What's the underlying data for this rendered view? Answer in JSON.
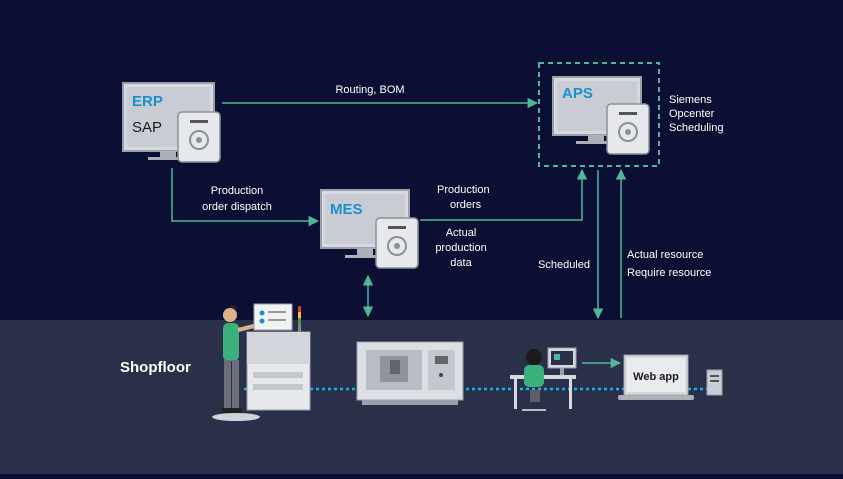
{
  "nodes": {
    "erp": {
      "title": "ERP",
      "subtitle": "SAP"
    },
    "mes": {
      "title": "MES"
    },
    "aps": {
      "title": "APS"
    }
  },
  "aps_product": [
    "Siemens",
    "Opcenter",
    "Scheduling"
  ],
  "edges": {
    "erp_to_aps": "Routing, BOM",
    "erp_to_mes": [
      "Production",
      "order dispatch"
    ],
    "mes_to_aps": [
      "Production",
      "orders"
    ],
    "aps_to_mes": [
      "Actual",
      "production",
      "data"
    ],
    "scheduled": "Scheduled",
    "resources": [
      "Actual resource",
      "Require resource"
    ]
  },
  "shopfloor": {
    "label": "Shopfloor",
    "web_app": "Web app"
  },
  "colors": {
    "background": "#0b0f33",
    "shopfloor": "#2a2f4a",
    "accent": "#1a8fd0",
    "arrow": "#4fb89a",
    "network": "#19b4e6"
  }
}
